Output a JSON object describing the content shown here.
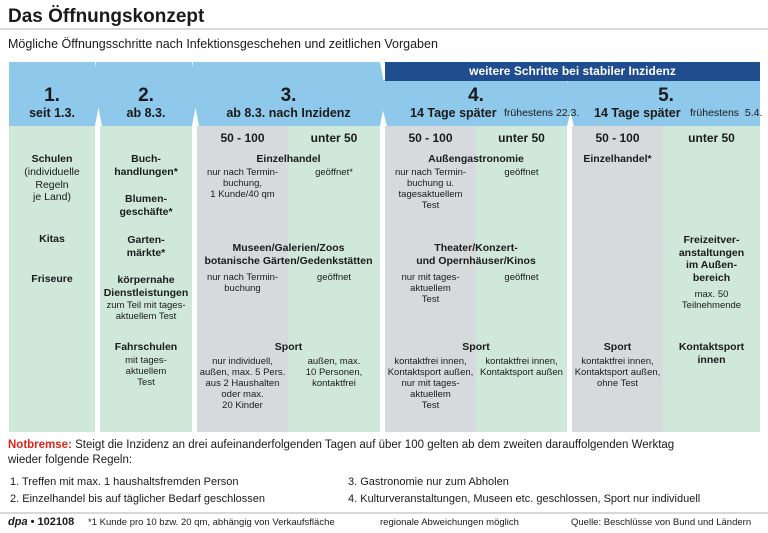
{
  "title": "Das Öffnungskonzept",
  "subtitle": "Mögliche Öffnungsschritte nach Infektionsgeschehen und zeitlichen Vorgaben",
  "banner": "weitere Schritte bei stabiler Inzidenz",
  "colors": {
    "arrow": "#8ec8ea",
    "banner": "#1f4d8f",
    "green": "#cfe8da",
    "grey": "#d7dadc",
    "red": "#d9261c"
  },
  "steps": [
    {
      "num": "1.",
      "label": "seit 1.3."
    },
    {
      "num": "2.",
      "label": "ab 8.3."
    },
    {
      "num": "3.",
      "label": "ab 8.3. nach Inzidenz"
    },
    {
      "num": "4.",
      "label": "14 Tage später",
      "note": "frühestens 22.3."
    },
    {
      "num": "5.",
      "label": "14 Tage später",
      "note": "frühestens  5.4."
    }
  ],
  "incidence": {
    "a": "50 - 100",
    "b": "unter 50"
  },
  "col1": {
    "schulen": "Schulen",
    "schulen_detail": "(individuelle\nRegeln\nje Land)",
    "kitas": "Kitas",
    "friseure": "Friseure"
  },
  "col2": {
    "buch": "Buch-\nhandlungen*",
    "blumen": "Blumen-\ngeschäfte*",
    "garten": "Garten-\nmärkte*",
    "koerper": "körpernahe\nDienstleistungen",
    "koerper_detail": "zum Teil mit tages-\naktuellem Test",
    "fahr": "Fahrschulen",
    "fahr_detail": "mit tages-\naktuellem\nTest"
  },
  "col3": {
    "einzel": "Einzelhandel",
    "einzel_a": "nur nach Termin-\nbuchung,\n1 Kunde/40 qm",
    "einzel_b": "geöffnet*",
    "museen": "Museen/Galerien/Zoos\nbotanische Gärten/Gedenkstätten",
    "museen_a": "nur nach Termin-\nbuchung",
    "museen_b": "geöffnet",
    "sport": "Sport",
    "sport_a": "nur individuell,\naußen, max. 5 Pers.\naus 2 Haushalten\noder max.\n20 Kinder",
    "sport_b": "außen, max.\n10 Personen,\nkontaktfrei"
  },
  "col4": {
    "gastro": "Außengastronomie",
    "gastro_a": "nur nach Termin-\nbuchung u.\ntagesaktuellem\nTest",
    "gastro_b": "geöffnet",
    "theater": "Theater/Konzert-\nund Opernhäuser/Kinos",
    "theater_a": "nur mit tages-\naktuellem\nTest",
    "theater_b": "geöffnet",
    "sport": "Sport",
    "sport_a": "kontaktfrei innen,\nKontaktsport außen,\nnur mit tages-\naktuellem\nTest",
    "sport_b": "kontaktfrei innen,\nKontaktsport außen"
  },
  "col5": {
    "einzel": "Einzelhandel*",
    "frei": "Freizeitver-\nanstaltungen\nim Außen-\nbereich",
    "frei_detail": "max. 50\nTeilnehmende",
    "sport": "Sport",
    "sport_detail": "kontaktfrei innen,\nKontaktsport außen,\nohne Test",
    "kontakt": "Kontaktsport\ninnen"
  },
  "notbremse": {
    "label": "Notbremse:",
    "text": " Steigt die Inzidenz an drei aufeinanderfolgenden Tagen auf über 100 gelten ab dem zweiten darauffolgenden Werktag",
    "text2": "wieder folgende Regeln:",
    "rules": [
      "1. Treffen mit max. 1 haushaltsfremden Person",
      "3. Gastronomie nur zum Abholen",
      "2. Einzelhandel bis auf täglicher Bedarf geschlossen",
      "4. Kulturveranstaltungen, Museen etc. geschlossen, Sport nur individuell"
    ]
  },
  "footer": {
    "dpa": "dpa",
    "id": "102108",
    "footnote": "*1 Kunde pro 10 bzw. 20 qm, abhängig von Verkaufsfläche",
    "regional": "regionale Abweichungen möglich",
    "source": "Quelle: Beschlüsse von Bund und Ländern"
  }
}
